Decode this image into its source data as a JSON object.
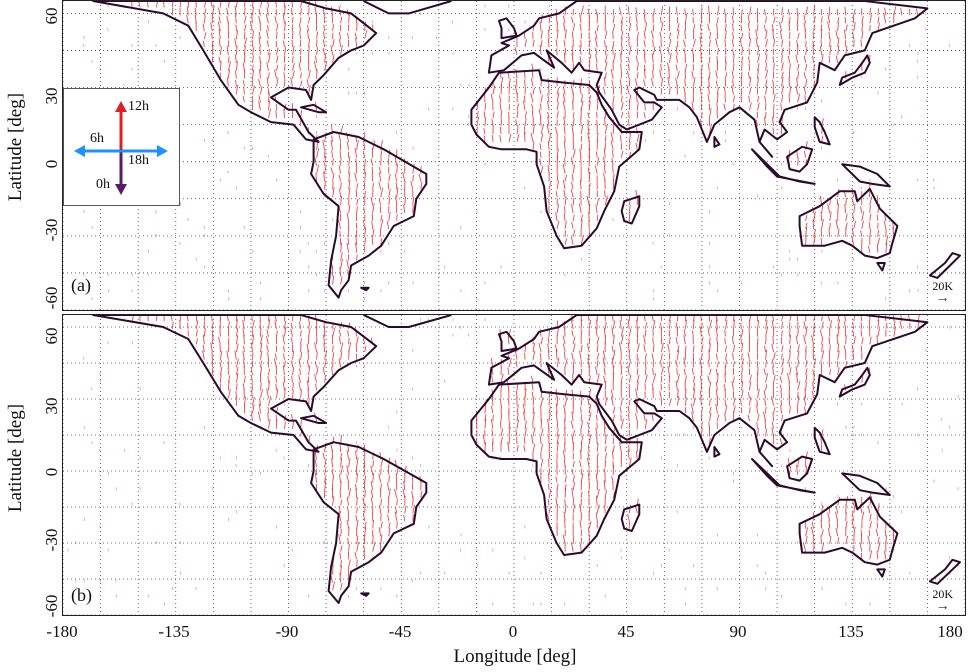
{
  "chart_data": {
    "type": "vector-field-map",
    "xlabel": "Longitude [deg]",
    "ylabel": "Latitude [deg]",
    "xlim": [
      -180,
      180
    ],
    "ylim": [
      -60,
      65
    ],
    "x_ticks": [
      "-180",
      "-135",
      "-90",
      "-45",
      "0",
      "45",
      "90",
      "135",
      "180"
    ],
    "y_ticks": [
      "60",
      "30",
      "0",
      "-30",
      "-60"
    ],
    "grid": "dotted",
    "panels": [
      {
        "label": "(a)",
        "scale_label": "20K"
      },
      {
        "label": "(b)",
        "scale_label": "20K"
      }
    ],
    "legend": {
      "items": [
        "12h",
        "6h",
        "18h",
        "0h"
      ],
      "colors": {
        "12h": "#e02020",
        "6h": "#1e90ff",
        "18h": "#1e90ff",
        "0h": "#5a1a6a"
      }
    },
    "colors": {
      "coast": "#2b0a2e",
      "vectors": "#e8262a",
      "grid": "#444444"
    }
  }
}
